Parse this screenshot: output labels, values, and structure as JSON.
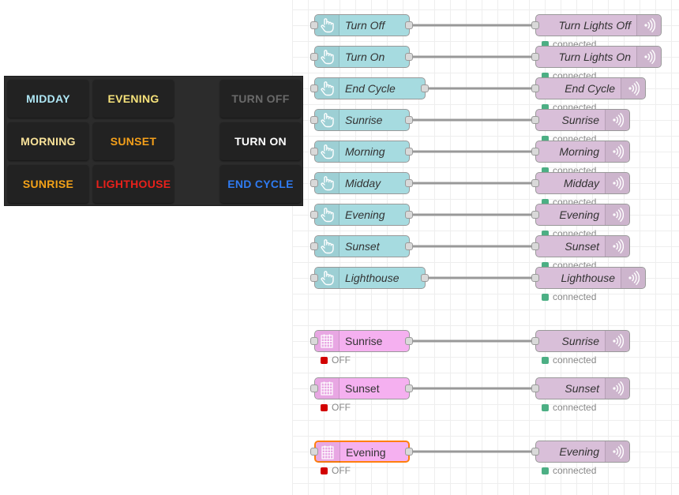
{
  "dashboard": {
    "buttons": [
      {
        "id": "midday",
        "label": "MIDDAY",
        "color": "#aee6f4"
      },
      {
        "id": "evening",
        "label": "EVENING",
        "color": "#f6e27a"
      },
      {
        "id": "turn-off",
        "label": "TURN OFF",
        "color": "#6a6a6a"
      },
      {
        "id": "morning",
        "label": "MORNING",
        "color": "#f9e39a"
      },
      {
        "id": "sunset",
        "label": "SUNSET",
        "color": "#f5a01a"
      },
      {
        "id": "turn-on",
        "label": "TURN ON",
        "color": "#ffffff"
      },
      {
        "id": "sunrise",
        "label": "SUNRISE",
        "color": "#f4a218"
      },
      {
        "id": "lighthouse",
        "label": "LIGHTHOUSE",
        "color": "#e8211b"
      },
      {
        "id": "end-cycle",
        "label": "END CYCLE",
        "color": "#2f7bf1"
      }
    ]
  },
  "flow": {
    "inject_nodes": [
      {
        "label": "Turn Off"
      },
      {
        "label": "Turn On"
      },
      {
        "label": "End Cycle"
      },
      {
        "label": "Sunrise"
      },
      {
        "label": "Morning"
      },
      {
        "label": "Midday"
      },
      {
        "label": "Evening"
      },
      {
        "label": "Sunset"
      },
      {
        "label": "Lighthouse"
      }
    ],
    "output_nodes": [
      {
        "label": "Turn Lights Off",
        "status": "connected"
      },
      {
        "label": "Turn Lights On",
        "status": "connected"
      },
      {
        "label": "End Cycle",
        "status": "connected"
      },
      {
        "label": "Sunrise",
        "status": "connected"
      },
      {
        "label": "Morning",
        "status": "connected"
      },
      {
        "label": "Midday",
        "status": "connected"
      },
      {
        "label": "Evening",
        "status": "connected"
      },
      {
        "label": "Sunset",
        "status": "connected"
      },
      {
        "label": "Lighthouse",
        "status": "connected"
      }
    ],
    "schedule_nodes": [
      {
        "label": "Sunrise",
        "status": "OFF",
        "output_label": "Sunrise",
        "output_status": "connected"
      },
      {
        "label": "Sunset",
        "status": "OFF",
        "output_label": "Sunset",
        "output_status": "connected"
      },
      {
        "label": "Evening",
        "status": "OFF",
        "output_label": "Evening",
        "output_status": "connected",
        "selected": true
      }
    ],
    "colors": {
      "inject": "#a6dbe0",
      "schedule": "#f5b0f0",
      "output": "#d9bfd9",
      "status_connected": "#4caf84",
      "status_off": "#d20000",
      "selected_border": "#ff7f0e",
      "wire": "#999999"
    },
    "icons": {
      "inject": "hand-pointer-icon",
      "schedule": "calendar-grid-icon",
      "output": "radio-waves-icon"
    }
  }
}
